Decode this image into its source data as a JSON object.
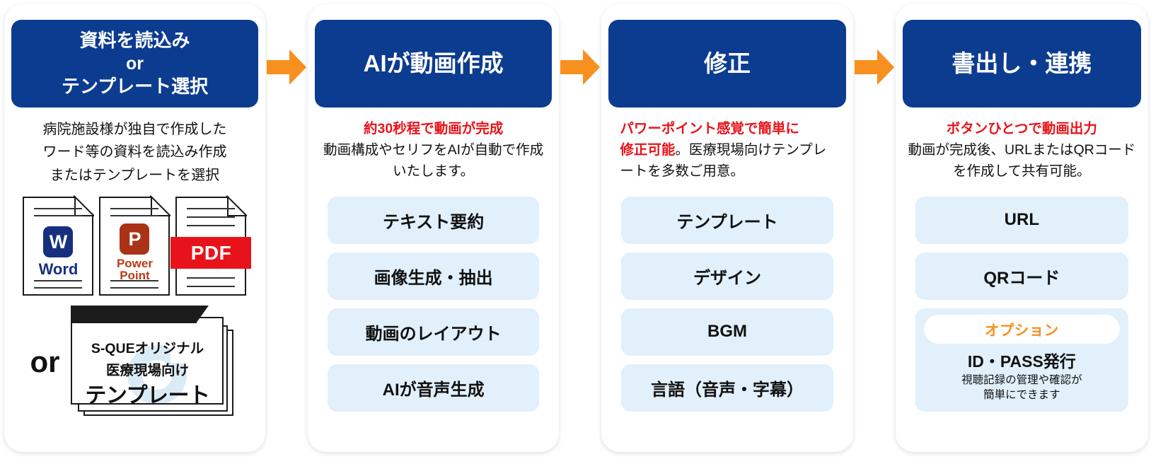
{
  "colors": {
    "header_blue": "#0C3C90",
    "arrow_orange": "#F7901E",
    "accent_red": "#E8131A",
    "pill_blue": "#E1F0FB",
    "option_orange": "#F7901E"
  },
  "arrows": [
    {
      "name": "arrow-1"
    },
    {
      "name": "arrow-2"
    },
    {
      "name": "arrow-3"
    }
  ],
  "panels": [
    {
      "id": "load-or-template",
      "header_lines": [
        "資料を読込み",
        "or",
        "テンプレート選択"
      ],
      "desc_lines": [
        "病院施設様が独自で作成した",
        "ワード等の資料を読込み作成",
        "またはテンプレートを選択"
      ],
      "docs": [
        {
          "name": "word",
          "badge": "W",
          "label": "Word"
        },
        {
          "name": "powerpoint",
          "badge": "P",
          "label_line1": "Power",
          "label_line2": "Point"
        },
        {
          "name": "pdf",
          "banner": "PDF"
        }
      ],
      "or_label": "or",
      "template": {
        "line1": "S-QUEオリジナル",
        "line2": "医療現場向け",
        "line3": "テンプレート"
      }
    },
    {
      "id": "ai-creates-video",
      "header": "AIが動画作成",
      "desc_red": "約30秒程で動画が完成",
      "desc_plain": "動画構成やセリフをAIが自動で作成いたします。",
      "items": [
        "テキスト要約",
        "画像生成・抽出",
        "動画のレイアウト",
        "AIが音声生成"
      ]
    },
    {
      "id": "edit",
      "header": "修正",
      "desc_red_a": "パワーポイント感覚で簡単に",
      "desc_red_b": "修正可能",
      "desc_plain": "。医療現場向けテンプレートを多数ご用意。",
      "items": [
        "テンプレート",
        "デザイン",
        "BGM",
        "言語（音声・字幕）"
      ]
    },
    {
      "id": "export-share",
      "header": "書出し・連携",
      "desc_red": "ボタンひとつで動画出力",
      "desc_plain": "動画が完成後、URLまたはQRコードを作成して共有可能。",
      "items": [
        "URL",
        "QRコード"
      ],
      "option": {
        "badge": "オプション",
        "title": "ID・PASS発行",
        "note_line1": "視聴記録の管理や確認が",
        "note_line2": "簡単にできます"
      }
    }
  ]
}
